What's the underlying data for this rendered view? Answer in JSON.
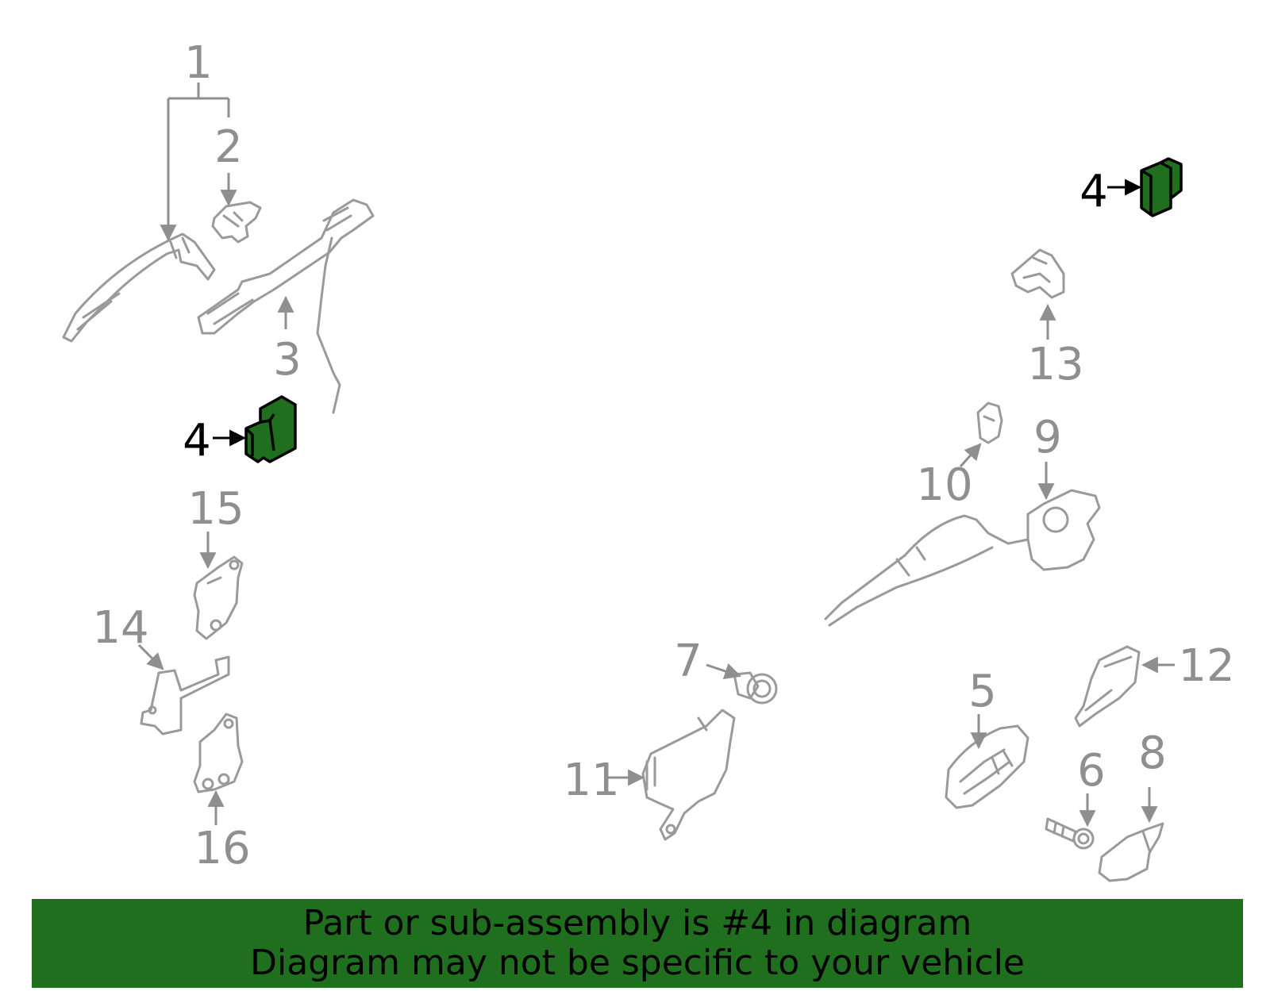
{
  "colors": {
    "highlight": "#1f6f1f",
    "part_line": "#9a9a9a",
    "label": "#8f8f8f",
    "highlight_label": "#000000"
  },
  "callouts": {
    "c1": "1",
    "c2": "2",
    "c3": "3",
    "c4a": "4",
    "c4b": "4",
    "c5": "5",
    "c6": "6",
    "c7": "7",
    "c8": "8",
    "c9": "9",
    "c10": "10",
    "c11": "11",
    "c12": "12",
    "c13": "13",
    "c14": "14",
    "c15": "15",
    "c16": "16"
  },
  "highlighted_part": "4",
  "banner": {
    "line1": "Part or sub-assembly is #4 in diagram",
    "line2": "Diagram may not be specific to your vehicle"
  }
}
